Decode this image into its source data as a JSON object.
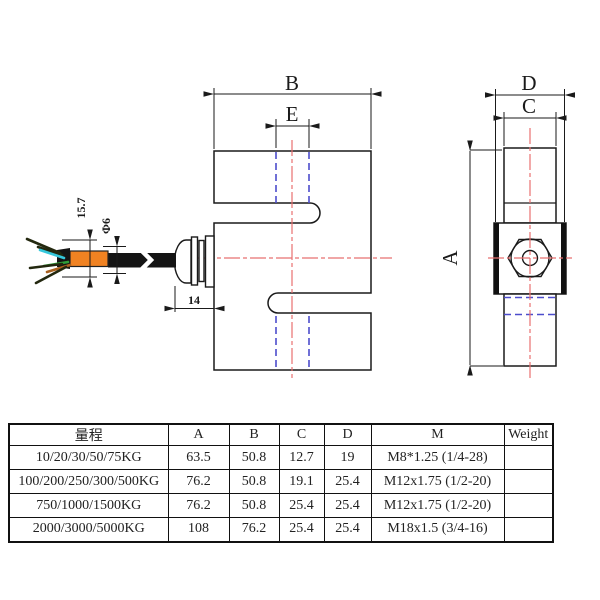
{
  "drawing": {
    "dims": {
      "b": "B",
      "e": "E",
      "d": "D",
      "c": "C",
      "a": "A",
      "cable_len": "15.7",
      "cable_dia": "Φ6",
      "gland_len": "14"
    }
  },
  "colors": {
    "line": "#1a1a1a",
    "centerline_red": "#e87070",
    "hidden_blue": "#4d4dcc",
    "sleeve_orange": "#f08222",
    "cable_black": "#141414",
    "wire_cyan": "#35c8dc",
    "wire_green": "#2f9e38",
    "wire_brown": "#a8611e",
    "wire_dark": "#23280f"
  },
  "table": {
    "headers": [
      "量程",
      "A",
      "B",
      "C",
      "D",
      "M",
      "Weight"
    ],
    "rows": [
      {
        "range": "10/20/30/50/75KG",
        "a": "63.5",
        "b": "50.8",
        "c": "12.7",
        "d": "19",
        "m": "M8*1.25 (1/4-28)",
        "weight": ""
      },
      {
        "range": "100/200/250/300/500KG",
        "a": "76.2",
        "b": "50.8",
        "c": "19.1",
        "d": "25.4",
        "m": "M12x1.75 (1/2-20)",
        "weight": ""
      },
      {
        "range": "750/1000/1500KG",
        "a": "76.2",
        "b": "50.8",
        "c": "25.4",
        "d": "25.4",
        "m": "M12x1.75 (1/2-20)",
        "weight": ""
      },
      {
        "range": "2000/3000/5000KG",
        "a": "108",
        "b": "76.2",
        "c": "25.4",
        "d": "25.4",
        "m": "M18x1.5 (3/4-16)",
        "weight": ""
      }
    ]
  }
}
